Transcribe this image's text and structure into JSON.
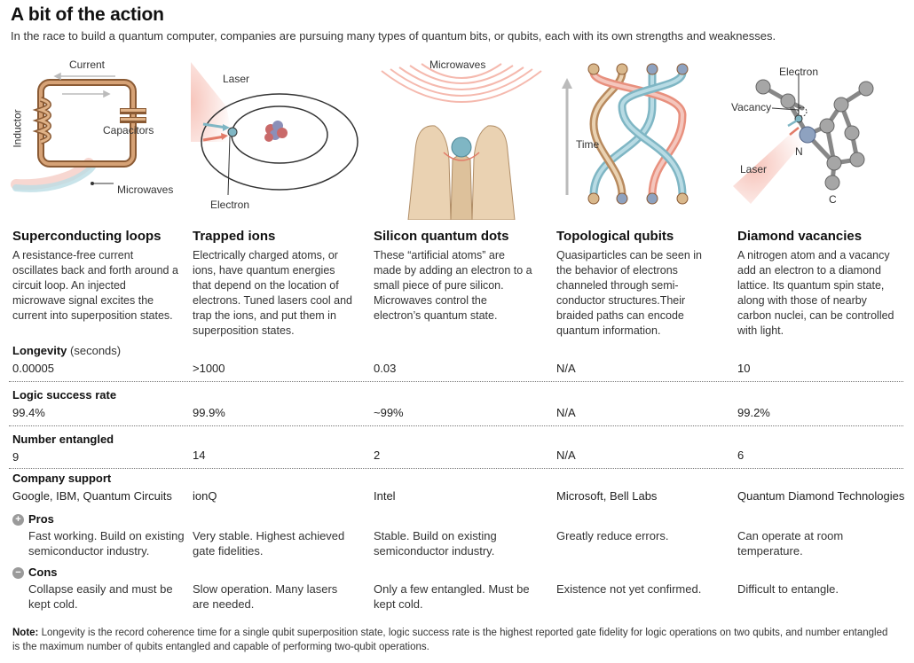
{
  "header": {
    "title": "A bit of the action",
    "subtitle": "In the race to build a quantum computer, companies are pursuing many types of quantum bits, or qubits, each with its own strengths and weaknesses."
  },
  "illustrations": {
    "superconducting": {
      "current": "Current",
      "inductor": "Inductor",
      "capacitors": "Capacitors",
      "microwaves": "Microwaves"
    },
    "ions": {
      "laser": "Laser",
      "electron": "Electron"
    },
    "dots": {
      "microwaves": "Microwaves"
    },
    "topological": {
      "time": "Time"
    },
    "diamond": {
      "electron": "Electron",
      "vacancy": "Vacancy",
      "laser": "Laser",
      "n": "N",
      "c": "C"
    }
  },
  "columns": [
    {
      "name": "Superconducting loops",
      "description": "A resistance-free current oscillates back and forth around a circuit loop. An injected microwave signal excites the current into superposition states.",
      "longevity": "0.00005",
      "logic_success": "99.4%",
      "entangled": "9",
      "company": "Google, IBM, Quantum Circuits",
      "pros": "Fast working. Build on existing semiconductor industry.",
      "cons": "Collapse easily and must be kept cold."
    },
    {
      "name": "Trapped ions",
      "description": "Electrically charged atoms, or ions, have quantum energies that depend on the location of electrons. Tuned lasers cool and trap the ions, and put them in superposition states.",
      "longevity": ">1000",
      "logic_success": "99.9%",
      "entangled": "14",
      "company": "ionQ",
      "pros": "Very stable. Highest achieved gate fidelities.",
      "cons": "Slow operation. Many lasers are needed."
    },
    {
      "name": "Silicon quantum dots",
      "description": "These “artificial atoms” are made by adding an electron to a small piece of pure silicon. Microwaves control the electron’s quantum state.",
      "longevity": "0.03",
      "logic_success": "~99%",
      "entangled": "2",
      "company": "Intel",
      "pros": "Stable. Build on existing semiconductor industry.",
      "cons": "Only a few entangled. Must be kept cold."
    },
    {
      "name": "Topological qubits",
      "description": "Quasiparticles can be seen in the behavior of electrons channeled through semi-conductor structures.Their braided paths can encode quantum information.",
      "longevity": "N/A",
      "logic_success": "N/A",
      "entangled": "N/A",
      "company": "Microsoft, Bell Labs",
      "pros": "Greatly reduce errors.",
      "cons": "Existence not yet confirmed."
    },
    {
      "name": "Diamond vacancies",
      "description": "A nitrogen atom and a vacancy add an electron to a diamond lattice. Its quantum spin state, along with those of nearby carbon nuclei, can be controlled with light.",
      "longevity": "10",
      "logic_success": "99.2%",
      "entangled": "6",
      "company": "Quantum Diamond Technologies",
      "pros": "Can operate at room temperature.",
      "cons": "Difficult to entangle."
    }
  ],
  "row_labels": {
    "longevity": "Longevity",
    "longevity_unit": "(seconds)",
    "logic_success": "Logic success rate",
    "entangled": "Number entangled",
    "company": "Company support",
    "pros": "Pros",
    "cons": "Cons"
  },
  "note": {
    "label": "Note:",
    "text": "Longevity is the record coherence time for a single qubit superposition state, logic success rate is the highest reported gate fidelity for logic operations on two qubits, and number entangled is the maximum number of qubits entangled and capable of performing two-qubit operations."
  },
  "colors": {
    "teal": "#7fb6c4",
    "salmon": "#e8907e",
    "tan": "#ead2b2",
    "copper": "#b88a5e",
    "gray": "#9a9a9a"
  }
}
